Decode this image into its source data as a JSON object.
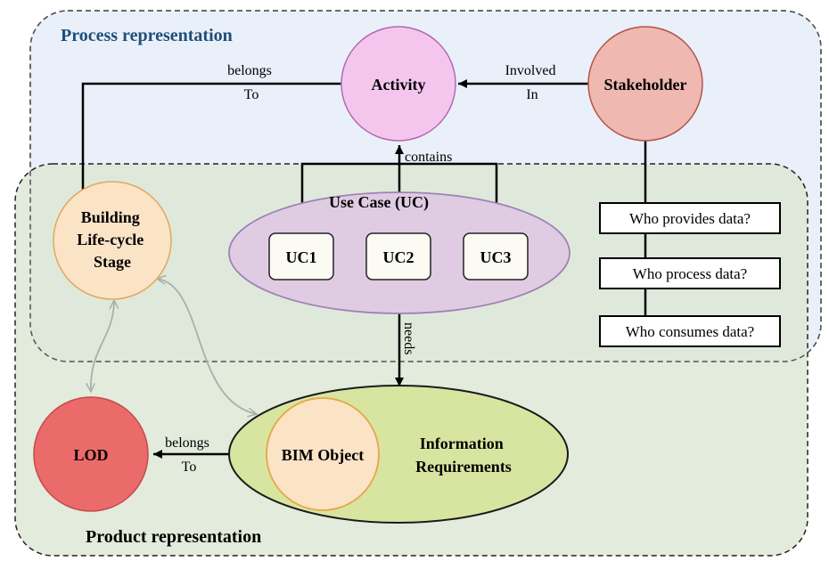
{
  "regions": {
    "process": {
      "title": "Process representation",
      "color": "#1f4e79"
    },
    "product": {
      "title": "Product representation",
      "color": "#000000"
    }
  },
  "nodes": {
    "activity": "Activity",
    "stakeholder": "Stakeholder",
    "building_stage": [
      "Building",
      "Life-cycle",
      "Stage"
    ],
    "use_case": "Use Case (UC)",
    "uc1": "UC1",
    "uc2": "UC2",
    "uc3": "UC3",
    "lod": "LOD",
    "bim_object": "BIM Object",
    "info_requirements": [
      "Information",
      "Requirements"
    ]
  },
  "edges": {
    "belongs_to_top": [
      "belongs",
      "To"
    ],
    "involved_in": [
      "Involved",
      "In"
    ],
    "contains": "contains",
    "needs": "needs",
    "belongs_to_bottom": [
      "belongs",
      "To"
    ]
  },
  "questions": [
    "Who provides data?",
    "Who process data?",
    "Who consumes data?"
  ],
  "colors": {
    "process_fill": "#eaf0f9",
    "product_fill": "#dde8d6",
    "overlap_fill": "#dfe6e4",
    "activity_fill": "#f4c6ee",
    "activity_stroke": "#b36ab0",
    "stakeholder_fill": "#efb8b0",
    "stakeholder_stroke": "#b5534d",
    "building_fill": "#fbe3c6",
    "building_stroke": "#e2a95a",
    "usecase_fill": "#dfcce3",
    "usecase_stroke": "#9f82b5",
    "lod_fill": "#eb6b6a",
    "lod_stroke": "#c44b4b",
    "info_fill": "#d8e5a0",
    "info_stroke": "#1a1a1a",
    "bim_fill": "#fbe3c6",
    "bim_stroke": "#e6a645",
    "gray_arrow": "#a9b0a8"
  }
}
